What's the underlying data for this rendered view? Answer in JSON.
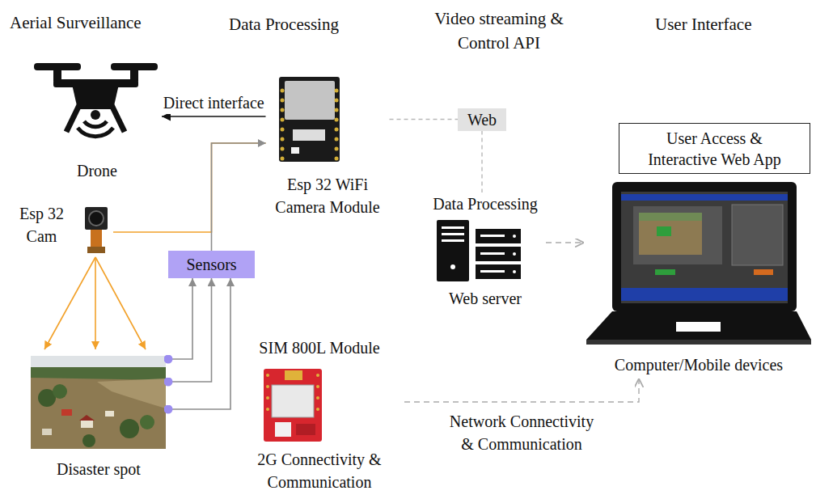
{
  "diagram": {
    "nodes": [
      {
        "text": [
          "Drone"
        ]
      },
      {
        "text": [
          "Esp 32 WiFi Camera Module"
        ]
      },
      {
        "text": [
          "Esp 32 Cam"
        ]
      },
      {
        "text": [
          "Sensors"
        ]
      },
      {
        "text": [
          "Disaster spot"
        ]
      },
      {
        "text": [
          "Web"
        ]
      },
      {
        "text": [
          "Data Processing",
          "Web server"
        ]
      },
      {
        "text": [
          "User Access & Interactive Web App"
        ]
      },
      {
        "text": [
          "Computer/Mobile devices"
        ]
      },
      {
        "text": [
          "SIM 800L Module",
          "2G Connectivity & Communication"
        ]
      }
    ],
    "edges": [
      {
        "from": 1,
        "to": 0,
        "arrow": "to",
        "label": "Direct interface"
      },
      {
        "from": 2,
        "to": 1,
        "arrow": "to"
      },
      {
        "from": 3,
        "to": 1,
        "arrow": "to"
      },
      {
        "from": 2,
        "to": 4,
        "arrow": "to"
      },
      {
        "from": 2,
        "to": 4,
        "arrow": "to"
      },
      {
        "from": 2,
        "to": 4,
        "arrow": "to"
      },
      {
        "from": 4,
        "to": 3,
        "arrow": "to"
      },
      {
        "from": 4,
        "to": 3,
        "arrow": "to"
      },
      {
        "from": 4,
        "to": 3,
        "arrow": "to"
      },
      {
        "from": 1,
        "to": 5,
        "arrow": "none"
      },
      {
        "from": 5,
        "to": 6,
        "arrow": "none"
      },
      {
        "from": 6,
        "to": 8,
        "arrow": "to"
      },
      {
        "from": 9,
        "to": 8,
        "arrow": "to",
        "label": "Network Connectivity & Communication"
      }
    ],
    "labels": [
      "Aerial Surveillance",
      "Data Processing",
      "Video streaming & Control API",
      "User Interface"
    ]
  }
}
